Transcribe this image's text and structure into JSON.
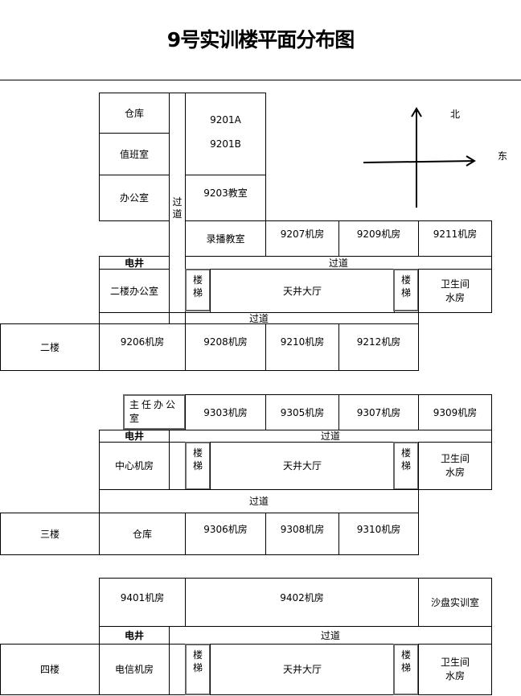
{
  "title": "9号实训楼平面分布图",
  "compass": {
    "north": "北",
    "east": "东"
  },
  "floor2": {
    "label": "二楼",
    "storage": "仓库",
    "duty": "值班室",
    "office": "办公室",
    "corridor_v": [
      "过",
      "道"
    ],
    "r9201a": "9201A",
    "r9201b": "9201B",
    "r9203": "9203教室",
    "recording": "录播教室",
    "r9207": "9207机房",
    "r9209": "9209机房",
    "r9211": "9211机房",
    "shaft": "电井",
    "corridor_top": "过道",
    "floor_office": "二楼办公室",
    "stairs": [
      "楼",
      "梯"
    ],
    "atrium": "天井大厅",
    "wc": "卫生间",
    "water": "水房",
    "corridor_bottom": "过道",
    "r9206": "9206机房",
    "r9208": "9208机房",
    "r9210": "9210机房",
    "r9212": "9212机房"
  },
  "floor3": {
    "label": "三楼",
    "director": "主任办公室",
    "r9303": "9303机房",
    "r9305": "9305机房",
    "r9307": "9307机房",
    "r9309": "9309机房",
    "shaft": "电井",
    "corridor_top": "过道",
    "center": "中心机房",
    "stairs": [
      "楼",
      "梯"
    ],
    "atrium": "天井大厅",
    "wc": "卫生间",
    "water": "水房",
    "corridor_bottom": "过道",
    "storage": "仓库",
    "r9306": "9306机房",
    "r9308": "9308机房",
    "r9310": "9310机房"
  },
  "floor4": {
    "label": "四楼",
    "r9401": "9401机房",
    "r9402": "9402机房",
    "sandtable": "沙盘实训室",
    "shaft": "电井",
    "corridor_top": "过道",
    "telecom": "电信机房",
    "stairs": [
      "楼",
      "梯"
    ],
    "atrium": "天井大厅",
    "wc": "卫生间",
    "water": "水房"
  }
}
